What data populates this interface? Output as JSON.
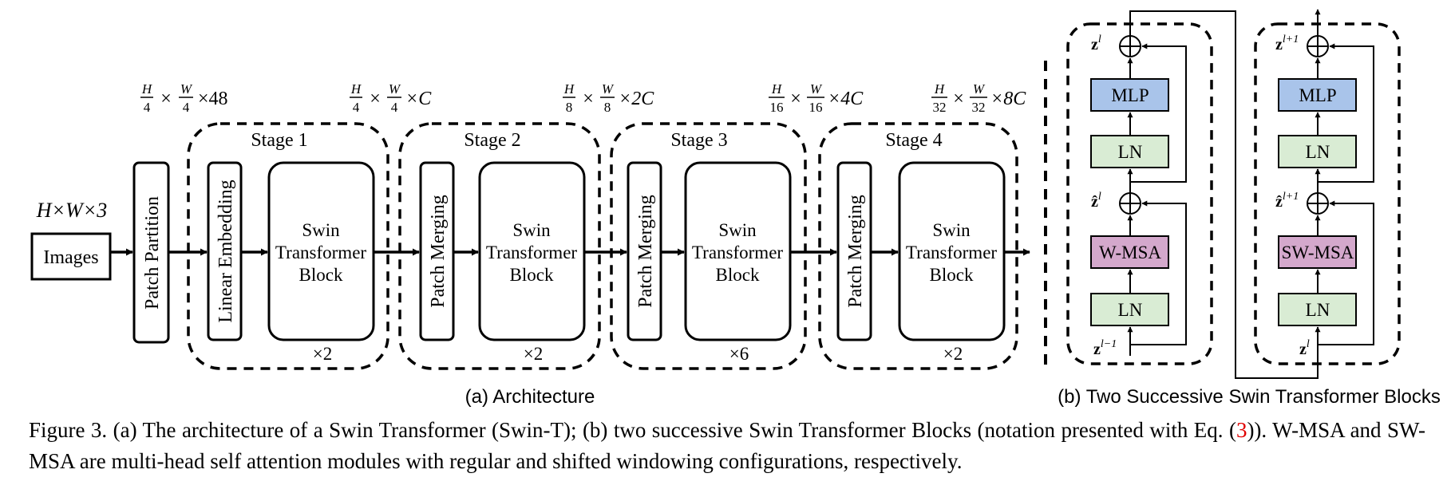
{
  "architecture": {
    "input_dim": "H×W×3",
    "images_label": "Images",
    "patch_partition_label": "Patch Partition",
    "linear_embedding_label": "Linear Embedding",
    "patch_merging_label": "Patch Merging",
    "block_line1": "Swin",
    "block_line2": "Transformer",
    "block_line3": "Block",
    "dim_48": "×48",
    "dims": [
      {
        "num": "H",
        "den": "4",
        "num2": "W",
        "den2": "4",
        "tail": "×C"
      },
      {
        "num": "H",
        "den": "8",
        "num2": "W",
        "den2": "8",
        "tail": "×2C"
      },
      {
        "num": "H",
        "den": "16",
        "num2": "W",
        "den2": "16",
        "tail": "×4C"
      },
      {
        "num": "H",
        "den": "32",
        "num2": "W",
        "den2": "32",
        "tail": "×8C"
      }
    ],
    "first_dim": {
      "num": "H",
      "den": "4",
      "num2": "W",
      "den2": "4"
    },
    "stages": [
      {
        "label": "Stage 1",
        "repeat": "×2"
      },
      {
        "label": "Stage 2",
        "repeat": "×2"
      },
      {
        "label": "Stage 3",
        "repeat": "×6"
      },
      {
        "label": "Stage 4",
        "repeat": "×2"
      }
    ],
    "subcaption": "(a) Architecture"
  },
  "blocks": {
    "mlp": "MLP",
    "ln": "LN",
    "wmsa": "W-MSA",
    "swmsa": "SW-MSA",
    "subcaption": "(b) Two Successive Swin Transformer Blocks",
    "colors": {
      "mlp": "#a9c4ea",
      "ln": "#d9ecd4",
      "msa": "#d4a8cc"
    }
  },
  "caption": {
    "part1": "Figure 3. (a) The architecture of a Swin Transformer (Swin-T); (b) two successive Swin Transformer Blocks (notation presented with Eq. (",
    "ref": "3",
    "part2": ")). W-MSA and SW-MSA are multi-head self attention modules with regular and shifted windowing configurations, respectively."
  }
}
